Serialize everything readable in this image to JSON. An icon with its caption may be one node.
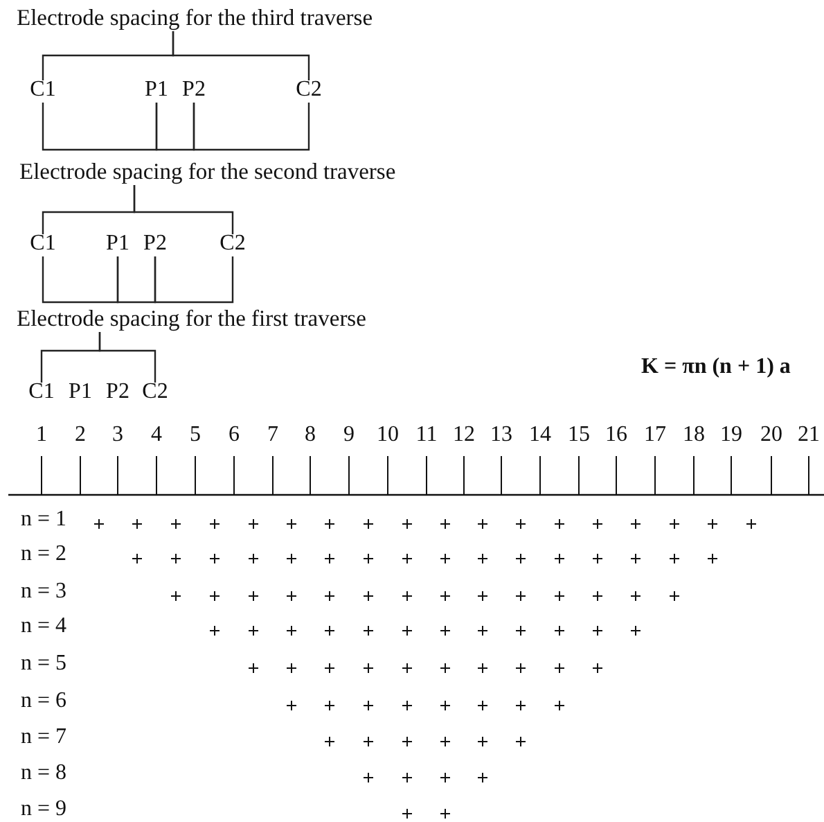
{
  "diagram": {
    "nodes": [
      {
        "text": [
          "Electrode spacing for the third traverse"
        ]
      },
      {
        "text": [
          "C1"
        ]
      },
      {
        "text": [
          "P1"
        ]
      },
      {
        "text": [
          "P2"
        ]
      },
      {
        "text": [
          "C2"
        ]
      },
      {
        "text": [
          "Electrode spacing for the second traverse"
        ]
      },
      {
        "text": [
          "C1"
        ]
      },
      {
        "text": [
          "P1"
        ]
      },
      {
        "text": [
          "P2"
        ]
      },
      {
        "text": [
          "C2"
        ]
      },
      {
        "text": [
          "Electrode spacing for the first traverse"
        ]
      },
      {
        "text": [
          "C1"
        ]
      },
      {
        "text": [
          "P1"
        ]
      },
      {
        "text": [
          "P2"
        ]
      },
      {
        "text": [
          "C2"
        ]
      }
    ],
    "edges": [
      {
        "from": 0,
        "to": 1,
        "arrow": "none"
      },
      {
        "from": 0,
        "to": 4,
        "arrow": "none"
      },
      {
        "from": 1,
        "to": 2,
        "arrow": "none"
      },
      {
        "from": 2,
        "to": 3,
        "arrow": "none"
      },
      {
        "from": 3,
        "to": 4,
        "arrow": "none"
      },
      {
        "from": 5,
        "to": 6,
        "arrow": "none"
      },
      {
        "from": 5,
        "to": 9,
        "arrow": "none"
      },
      {
        "from": 6,
        "to": 7,
        "arrow": "none"
      },
      {
        "from": 7,
        "to": 8,
        "arrow": "none"
      },
      {
        "from": 8,
        "to": 9,
        "arrow": "none"
      },
      {
        "from": 10,
        "to": 11,
        "arrow": "none"
      },
      {
        "from": 10,
        "to": 14,
        "arrow": "none"
      }
    ],
    "labels": [
      "K = πn (n + 1) a",
      "1",
      "2",
      "3",
      "4",
      "5",
      "6",
      "7",
      "8",
      "9",
      "10",
      "11",
      "12",
      "13",
      "14",
      "15",
      "16",
      "17",
      "18",
      "19",
      "20",
      "21",
      "n = 1",
      "n = 2",
      "n = 3",
      "n = 4",
      "n = 5",
      "n = 6",
      "n = 7",
      "n = 8",
      "n = 9"
    ]
  }
}
